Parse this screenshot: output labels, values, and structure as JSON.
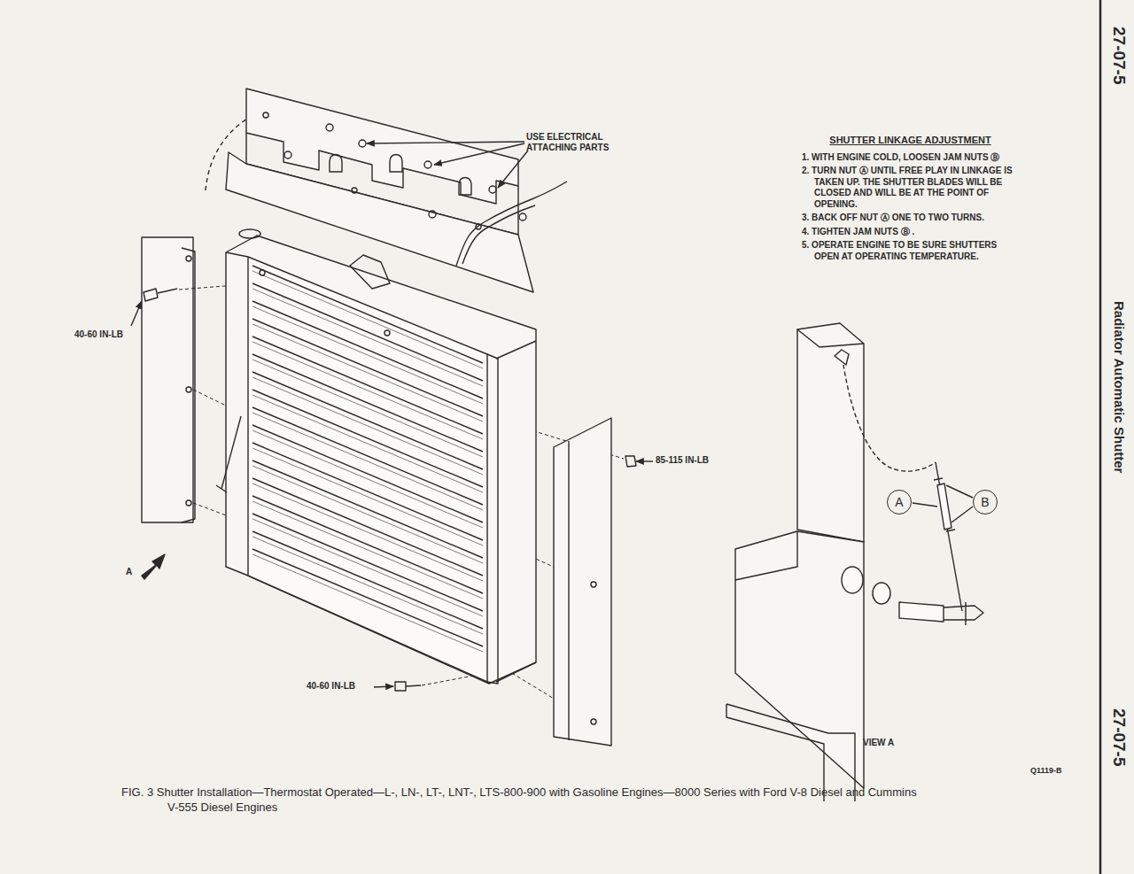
{
  "diagram": {
    "title": "SHUTTER LINKAGE ADJUSTMENT",
    "caption": "FIG. 3 Shutter Installation—Thermostat Operated—L-, LN-, LT-, LNT-, LTS-800-900 with Gasoline Engines—8000 Series with Ford V-8 Diesel and Cummins V-555 Diesel Engines",
    "nodes": [
      {
        "text": [
          "A"
        ]
      },
      {
        "text": [
          "B"
        ]
      }
    ],
    "labels": [
      "USE ELECTRICAL ATTACHING PARTS",
      "1. WITH ENGINE COLD, LOOSEN JAM NUTS Ⓑ",
      "2. TURN NUT Ⓐ UNTIL FREE PLAY IN LINKAGE IS TAKEN UP. THE SHUTTER BLADES WILL BE CLOSED AND WILL BE AT THE POINT OF OPENING.",
      "3. BACK OFF NUT Ⓐ ONE TO TWO TURNS.",
      "4. TIGHTEN JAM NUTS Ⓑ .",
      "5. OPERATE ENGINE TO BE SURE SHUTTERS OPEN AT OPERATING TEMPERATURE.",
      "40-60 IN-LB",
      "85-115 IN-LB",
      "40-60 IN-LB",
      "A",
      "VIEW A",
      "Q1119-B",
      "27-07-5",
      "Radiator Automatic Shutter",
      "27-07-5"
    ]
  }
}
